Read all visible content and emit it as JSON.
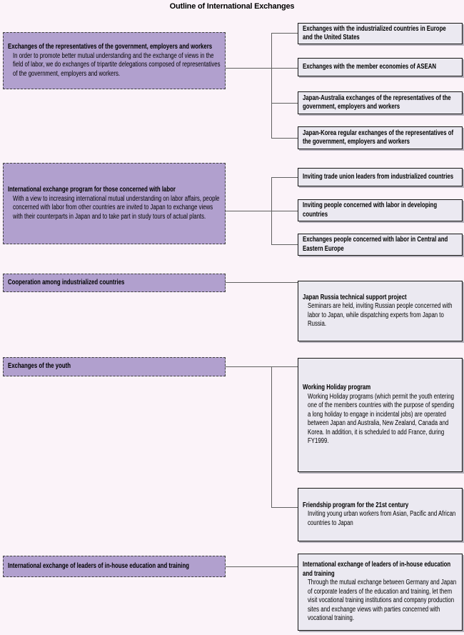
{
  "title": "Outline of International Exchanges",
  "colors": {
    "background": "#fbf3f9",
    "parent_box_fill": "#b1a0ce",
    "parent_box_border": "#3f3f3f",
    "child_box_fill": "#ebe9f1",
    "child_box_border": "#151515",
    "connector": "#606060"
  },
  "groups": [
    {
      "parent": {
        "title": "Exchanges of the representatives of the government, employers and workers",
        "body": "In order to promote better mutual understanding and the exchange of views in the field of labor, we do exchanges of tripartite delegations composed of representatives of the government, employers and workers."
      },
      "children": [
        {
          "title": "Exchanges with the industrialized countries in Europe and the United States",
          "body": ""
        },
        {
          "title": "Exchanges with the member economies of ASEAN",
          "body": ""
        },
        {
          "title": "Japan-Australia exchanges of the representatives of the government, employers and workers",
          "body": ""
        },
        {
          "title": "Japan-Korea regular exchanges of the representatives of the government, employers and workers",
          "body": ""
        }
      ]
    },
    {
      "parent": {
        "title": "International exchange program for those concerned with labor",
        "body": "With a view to increasing international mutual understanding on labor affairs, people concerned with labor from other countries are invited to Japan to exchange views with their counterparts in Japan and to take part in study tours of actual plants."
      },
      "children": [
        {
          "title": "Inviting trade union leaders from industrialized countries",
          "body": ""
        },
        {
          "title": "Inviting people concerned with labor in developing countries",
          "body": ""
        },
        {
          "title": "Exchanges people concerned with labor in Central and Eastern Europe",
          "body": ""
        }
      ]
    },
    {
      "parent": {
        "title": "Cooperation among industrialized countries",
        "body": ""
      },
      "children": [
        {
          "title": "Japan Russia technical support project",
          "body": "Seminars are held, inviting Russian people concerned with labor to Japan, while dispatching experts from Japan to Russia."
        }
      ]
    },
    {
      "parent": {
        "title": "Exchanges of the youth",
        "body": ""
      },
      "children": [
        {
          "title": "Working Holiday program",
          "body": "Working Holiday programs (which permit the youth entering one of the members countries with the purpose of spending a long holiday to engage in incidental jobs) are operated between Japan and Australia, New Zealand, Canada and Korea. In addition, it is scheduled to add France, during FY1999."
        },
        {
          "title": "Friendship program for the 21st century",
          "body": "Inviting young urban workers from Asian, Pacific and African countries to Japan"
        }
      ]
    },
    {
      "parent": {
        "title": "International exchange of leaders of in-house education and training",
        "body": ""
      },
      "children": [
        {
          "title": "International exchange of leaders of in-house education and training",
          "body": "Through the mutual exchange between Germany and Japan of corporate leaders of the education and training, let them visit vocational training institutions and company production sites and exchange views with parties concerned with vocational training."
        }
      ]
    }
  ]
}
